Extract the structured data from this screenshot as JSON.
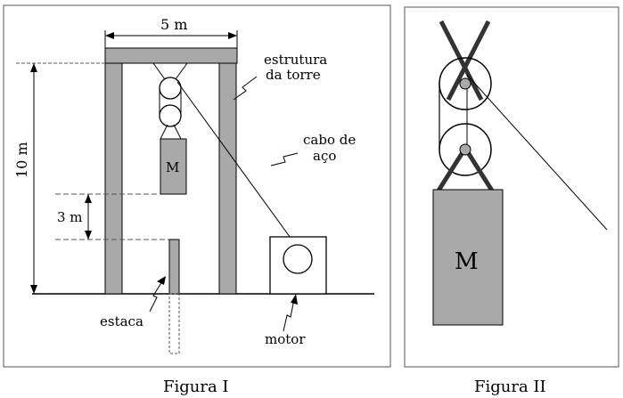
{
  "figure1": {
    "width_label": "5 m",
    "height_label": "10 m",
    "drop_label": "3 m",
    "tower_label_line1": "estrutura",
    "tower_label_line2": "da torre",
    "cable_label_line1": "cabo de",
    "cable_label_line2": "aço",
    "mass_label": "M",
    "pile_label": "estaca",
    "motor_label": "motor",
    "caption": "Figura I"
  },
  "figure2": {
    "mass_label": "M",
    "caption": "Figura II"
  },
  "colors": {
    "structure_fill": "#a9a9a9",
    "line": "#000000",
    "frame": "#555555"
  }
}
